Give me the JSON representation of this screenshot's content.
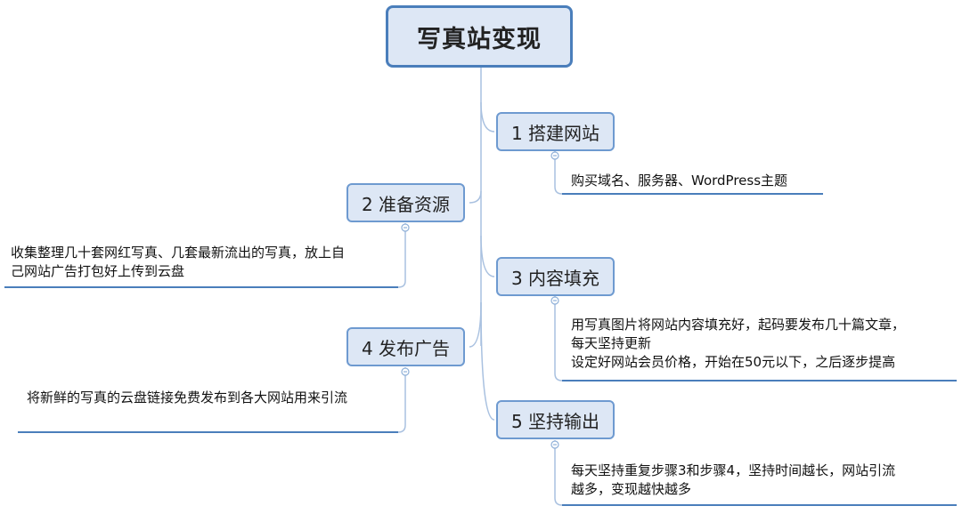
{
  "title": "写真站变现",
  "branches": [
    {
      "label": "1 搭建网站",
      "details": [
        "购买域名、服务器、WordPress主题"
      ]
    },
    {
      "label": "2 准备资源",
      "details": [
        "收集整理几十套网红写真、几套最新流出的写真，放上自",
        "己网站广告打包好上传到云盘"
      ]
    },
    {
      "label": "3 内容填充",
      "details": [
        "用写真图片将网站内容填充好，起码要发布几十篇文章，",
        "每天坚持更新",
        "设定好网站会员价格，开始在50元以下，之后逐步提高"
      ]
    },
    {
      "label": "4 发布广告",
      "details": [
        "将新鲜的写真的云盘链接免费发布到各大网站用来引流"
      ]
    },
    {
      "label": "5 坚持输出",
      "details": [
        "每天坚持重复步骤3和步骤4，坚持时间越长，网站引流",
        "越多，变现越快越多"
      ]
    }
  ],
  "colors": {
    "line": "#a9c1e0",
    "border": "#4a7ebb",
    "fill": "#dde7f5"
  }
}
